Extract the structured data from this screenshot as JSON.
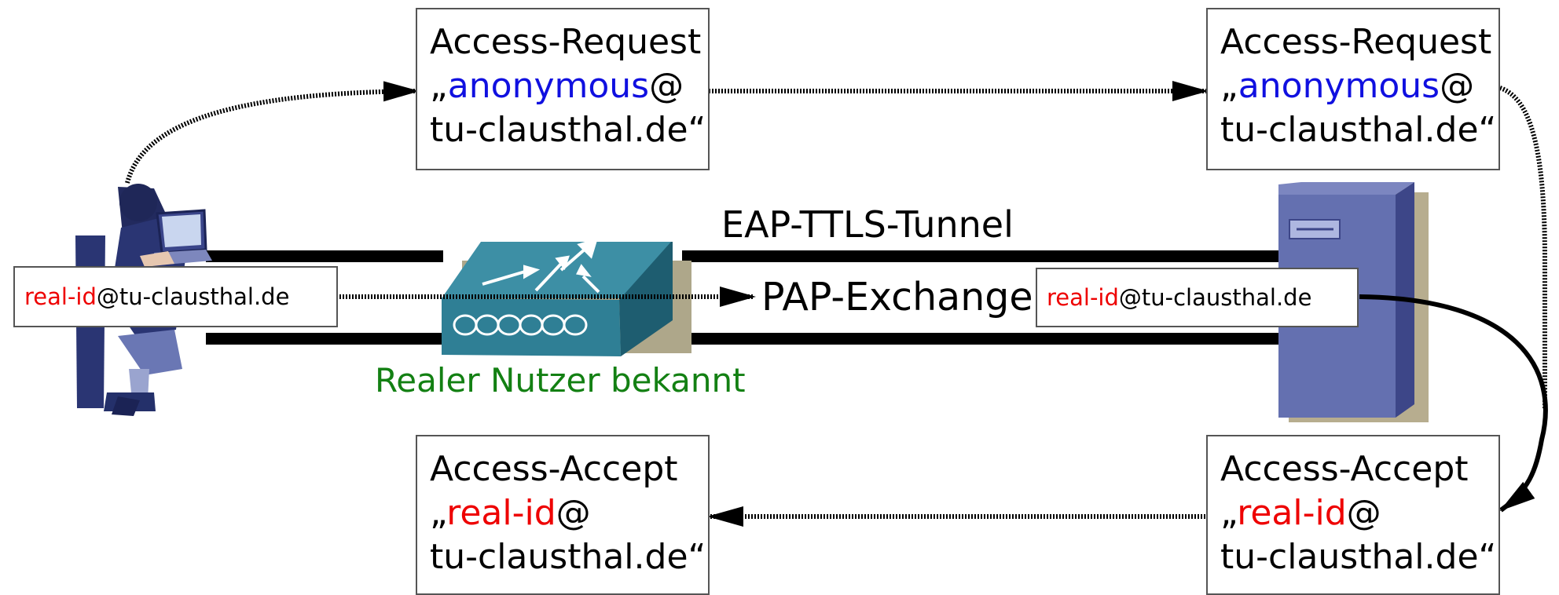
{
  "colors": {
    "highlight_real": "#ee0000",
    "highlight_anon": "#1010e0",
    "note_green": "#138013",
    "server": "#6470b0",
    "router": "#2f7f95"
  },
  "icons": [
    "user-at-laptop-icon",
    "router-icon",
    "server-icon"
  ],
  "request_left": {
    "line1": "Access-Request",
    "quote_open": "„",
    "user": "anonymous",
    "at": "@",
    "line3": "tu-clausthal.de",
    "quote_close": "“"
  },
  "request_right": {
    "line1": "Access-Request",
    "quote_open": "„",
    "user": "anonymous",
    "at": "@",
    "line3": "tu-clausthal.de",
    "quote_close": "“"
  },
  "accept_left": {
    "line1": "Access-Accept",
    "quote_open": "„",
    "user": "real-id",
    "at": "@",
    "line3": "tu-clausthal.de",
    "quote_close": "“"
  },
  "accept_right": {
    "line1": "Access-Accept",
    "quote_open": "„",
    "user": "real-id",
    "at": "@",
    "line3": "tu-clausthal.de",
    "quote_close": "“"
  },
  "client_identity": {
    "user": "real-id",
    "domain": "@tu-clausthal.de"
  },
  "server_identity": {
    "user": "real-id",
    "domain": "@tu-clausthal.de"
  },
  "tunnel_label": "EAP-TTLS-Tunnel",
  "exchange_label": "PAP-Exchange",
  "router_note": "Realer Nutzer bekannt"
}
